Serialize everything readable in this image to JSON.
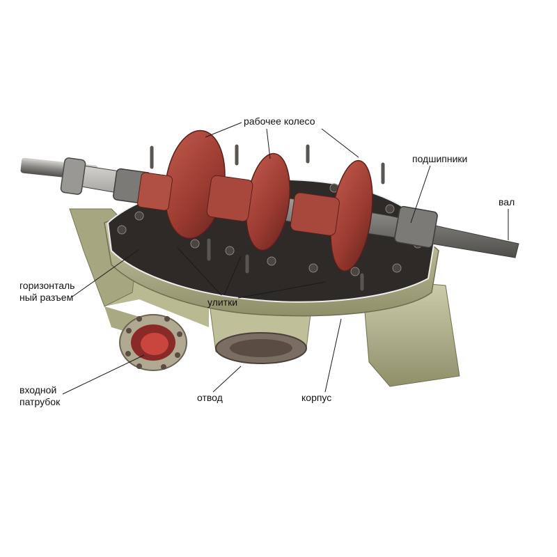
{
  "labels": {
    "impeller": "рабочее колесо",
    "bearings": "подшипники",
    "shaft": "вал",
    "horizontal_split": "горизонталь\nный разъем",
    "volutes": "улитки",
    "inlet_pipe": "входной\nпатрубок",
    "outlet": "отвод",
    "casing": "корпус"
  },
  "colors": {
    "impeller_red": "#9a3a30",
    "casing_green": "#b9b992",
    "gasket_dark": "#2e2a27",
    "shaft_steel": "#8c8a86",
    "leader_line": "#1a1a1a"
  }
}
